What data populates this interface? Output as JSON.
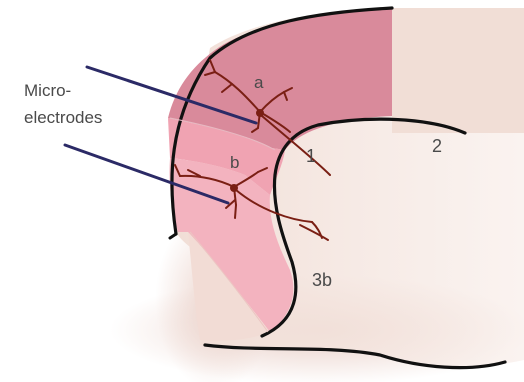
{
  "labels": {
    "microelectrodes_line1": "Micro-",
    "microelectrodes_line2": "electrodes",
    "neuron_a": "a",
    "neuron_b": "b",
    "area_1": "1",
    "area_2": "2",
    "area_3b": "3b"
  },
  "colors": {
    "background": "#ffffff",
    "cortex_surface": "#f1ded6",
    "region_shadow": "#ecd3cb",
    "area_upper_rose": "#d98a9b",
    "area_pink": "#f0a3b2",
    "area_pale_pink": "#f6c1c8",
    "outline": "#111111",
    "electrode": "#2b2a66",
    "neuron": "#7a1f14",
    "label_text": "#4a4a4a"
  }
}
